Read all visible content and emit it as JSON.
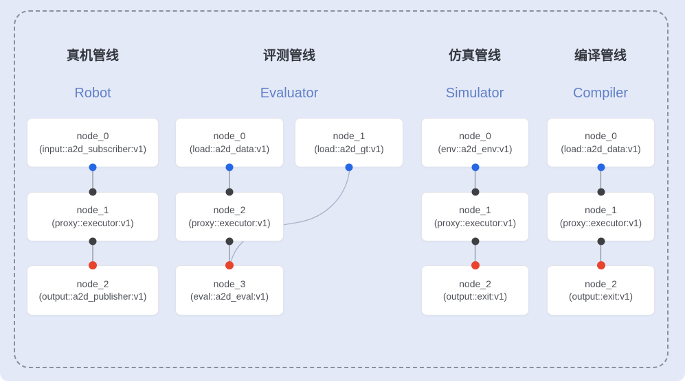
{
  "canvas": {
    "background_color": "#e4e9f8",
    "frame_border_color": "#8b909b"
  },
  "colors": {
    "box_bg": "#ffffff",
    "box_border": "#e3e4ea",
    "title_zh": "#33373d",
    "title_en": "#6180c6",
    "node_text": "#4d5056",
    "edge_line": "#868b94",
    "curve_edge": "#a9b3c9",
    "dot_blue": "#2468e4",
    "dot_dark": "#3f4043",
    "dot_red": "#e8432d"
  },
  "pipelines": [
    {
      "title_zh": "真机管线",
      "title_en": "Robot",
      "nodes": [
        {
          "name": "node_0",
          "type": "(input::a2d_subscriber:v1)"
        },
        {
          "name": "node_1",
          "type": "(proxy::executor:v1)"
        },
        {
          "name": "node_2",
          "type": "(output::a2d_publisher:v1)"
        }
      ],
      "edges": [
        [
          "node_0",
          "node_1"
        ],
        [
          "node_1",
          "node_2"
        ]
      ]
    },
    {
      "title_zh": "评测管线",
      "title_en": "Evaluator",
      "nodes": [
        {
          "name": "node_0",
          "type": "(load::a2d_data:v1)"
        },
        {
          "name": "node_1",
          "type": "(load::a2d_gt:v1)"
        },
        {
          "name": "node_2",
          "type": "(proxy::executor:v1)"
        },
        {
          "name": "node_3",
          "type": "(eval::a2d_eval:v1)"
        }
      ],
      "edges": [
        [
          "node_0",
          "node_2"
        ],
        [
          "node_1",
          "node_3"
        ],
        [
          "node_2",
          "node_3"
        ]
      ]
    },
    {
      "title_zh": "仿真管线",
      "title_en": "Simulator",
      "nodes": [
        {
          "name": "node_0",
          "type": "(env::a2d_env:v1)"
        },
        {
          "name": "node_1",
          "type": "(proxy::executor:v1)"
        },
        {
          "name": "node_2",
          "type": "(output::exit:v1)"
        }
      ],
      "edges": [
        [
          "node_0",
          "node_1"
        ],
        [
          "node_1",
          "node_2"
        ]
      ]
    },
    {
      "title_zh": "编译管线",
      "title_en": "Compiler",
      "nodes": [
        {
          "name": "node_0",
          "type": "(load::a2d_data:v1)"
        },
        {
          "name": "node_1",
          "type": "(proxy::executor:v1)"
        },
        {
          "name": "node_2",
          "type": "(output::exit:v1)"
        }
      ],
      "edges": [
        [
          "node_0",
          "node_1"
        ],
        [
          "node_1",
          "node_2"
        ]
      ]
    }
  ]
}
